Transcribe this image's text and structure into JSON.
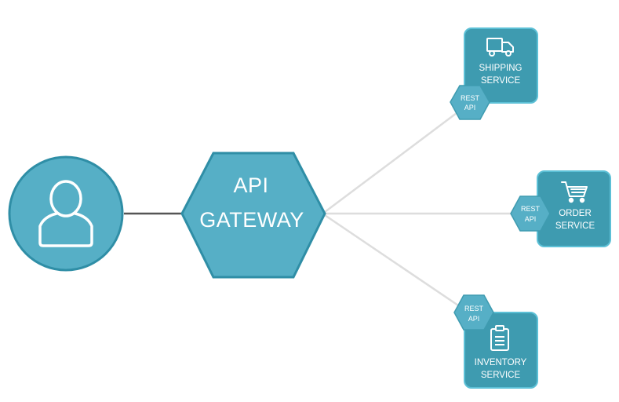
{
  "colors": {
    "primary": "#56afc6",
    "primary_stroke": "#2f8ea6",
    "service_fill": "#3e9bb0",
    "service_stroke": "#5cc0d6",
    "rest_fill": "#56afc6",
    "connector_dark": "#555555",
    "connector_light": "#dddddd"
  },
  "user": {
    "icon": "user-icon"
  },
  "gateway": {
    "line1": "API",
    "line2": "GATEWAY"
  },
  "services": [
    {
      "icon": "truck-icon",
      "line1": "SHIPPING",
      "line2": "SERVICE",
      "rest_line1": "REST",
      "rest_line2": "API"
    },
    {
      "icon": "cart-icon",
      "line1": "ORDER",
      "line2": "SERVICE",
      "rest_line1": "REST",
      "rest_line2": "API"
    },
    {
      "icon": "clipboard-icon",
      "line1": "INVENTORY",
      "line2": "SERVICE",
      "rest_line1": "REST",
      "rest_line2": "API"
    }
  ]
}
